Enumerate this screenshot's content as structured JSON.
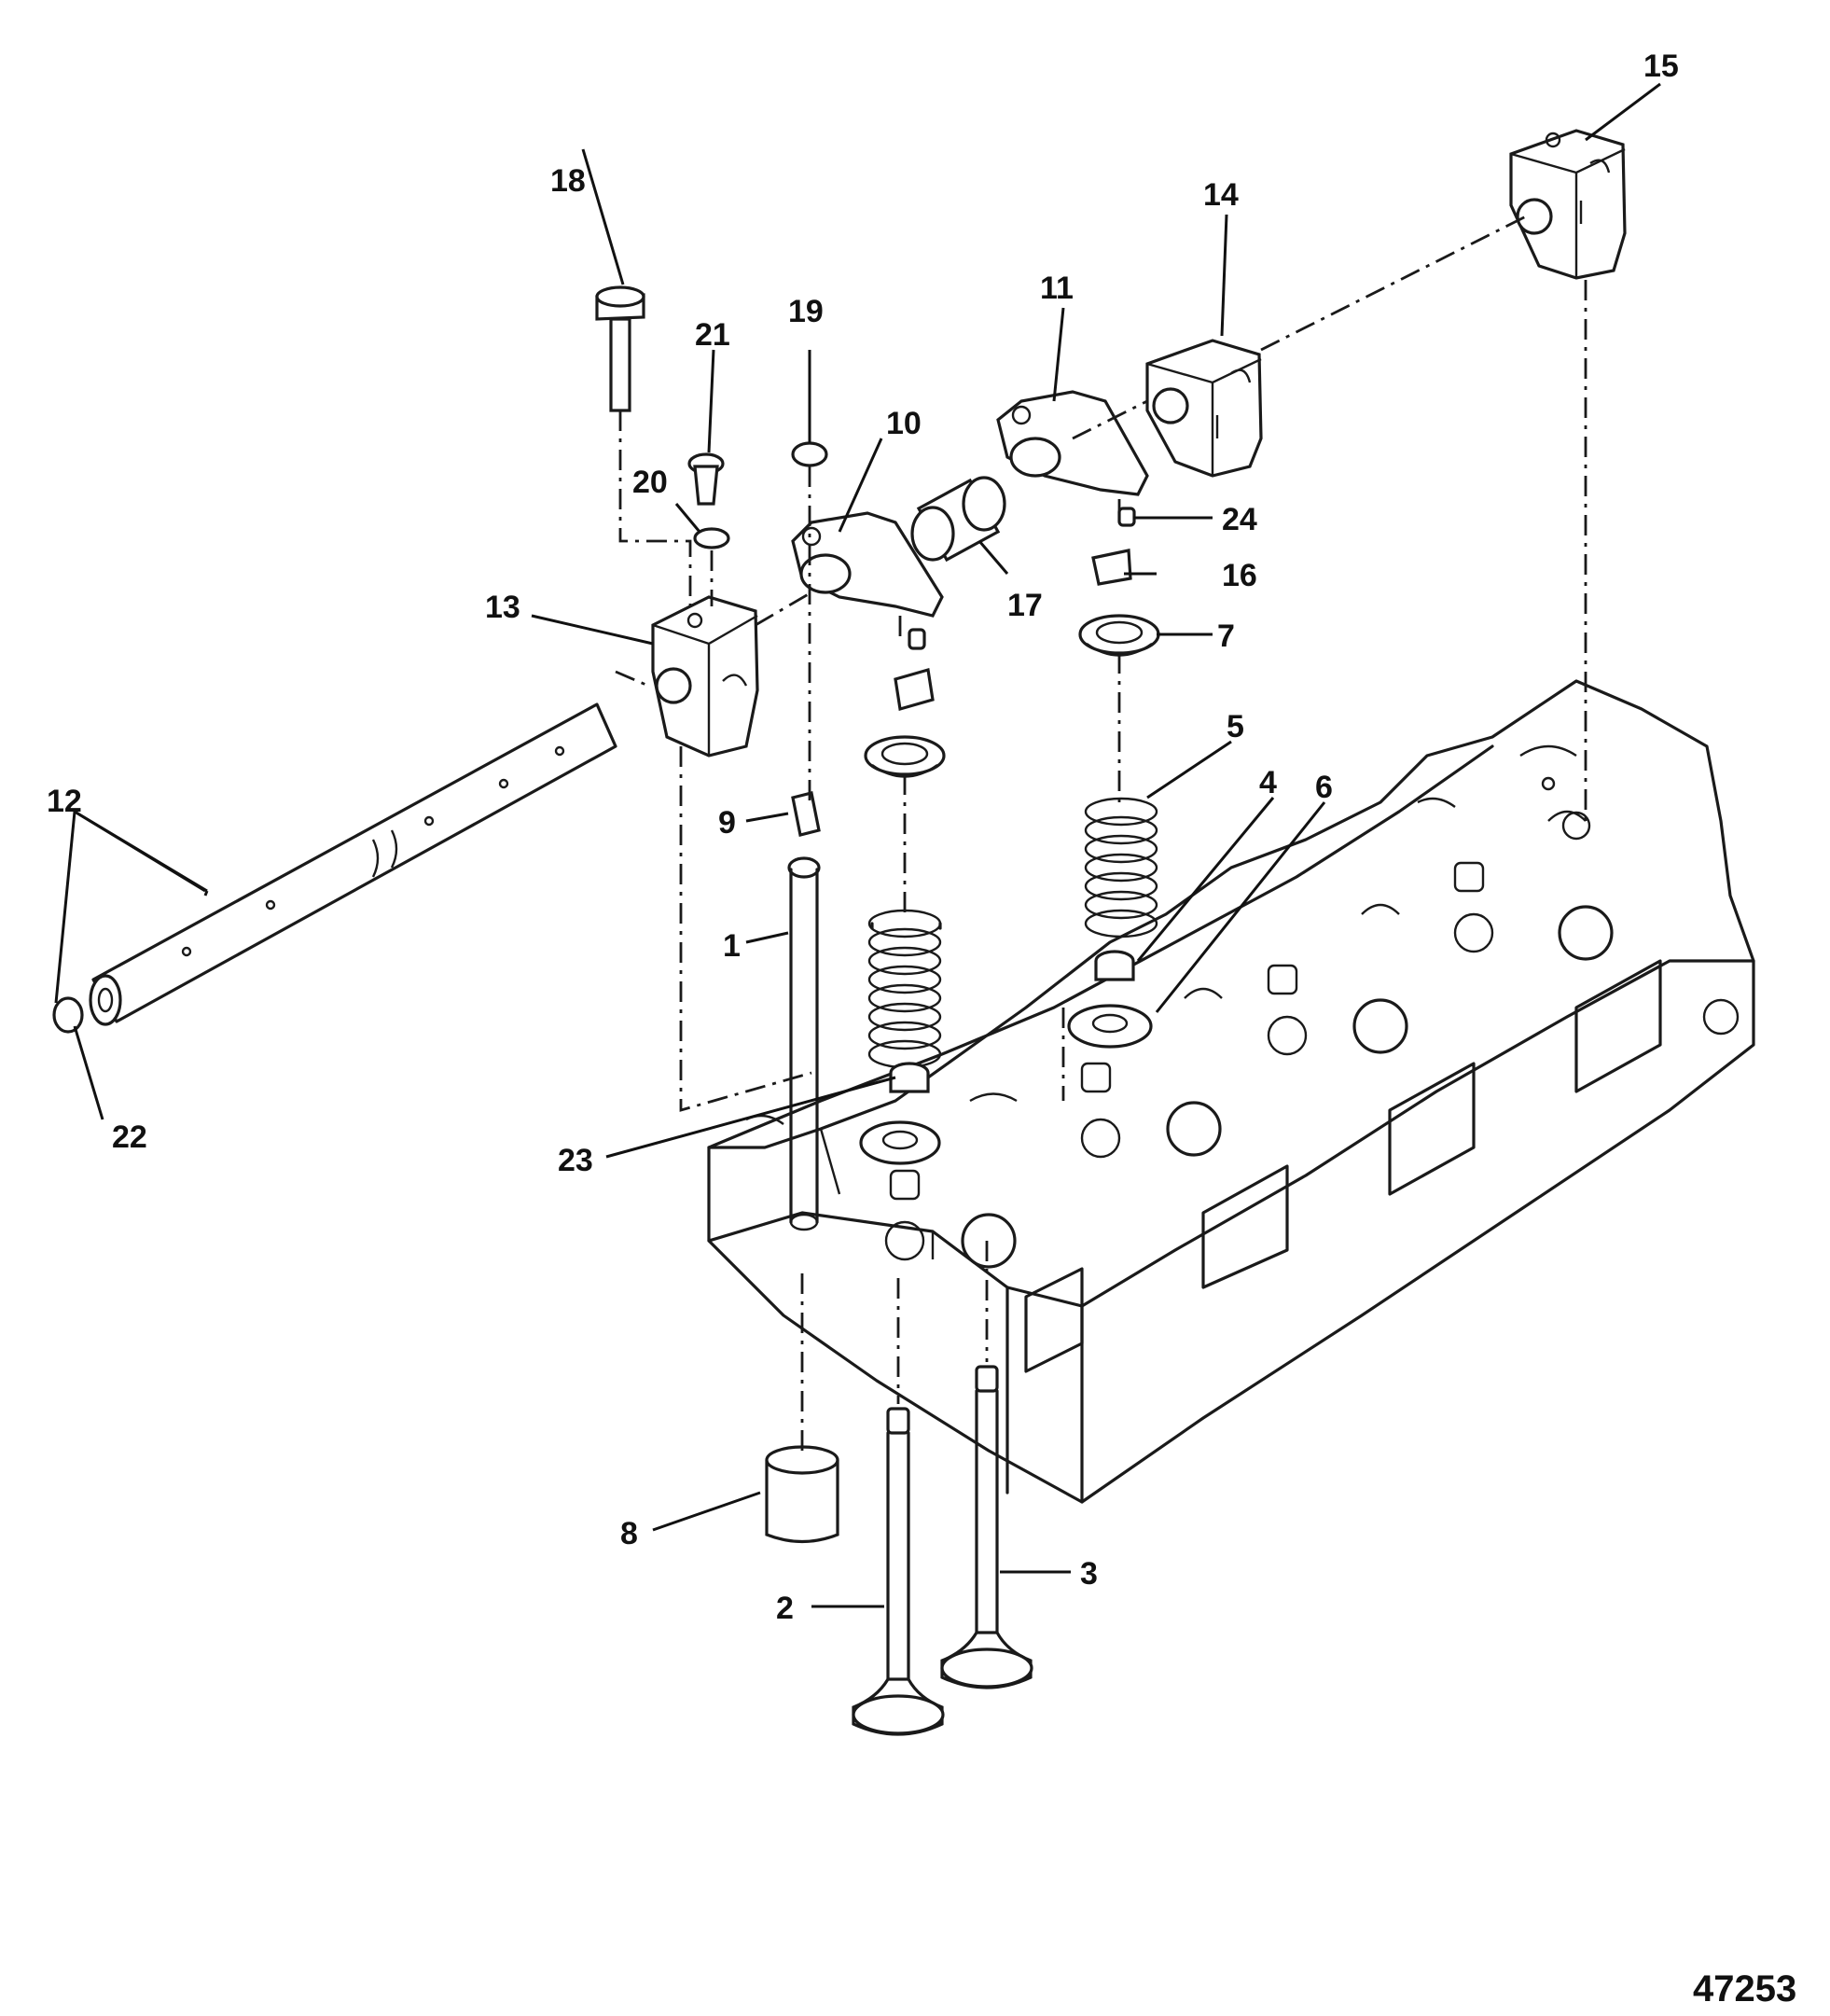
{
  "figure_number": "47253",
  "callouts": [
    "1",
    "2",
    "3",
    "4",
    "5",
    "6",
    "7",
    "8",
    "9",
    "10",
    "11",
    "12",
    "13",
    "14",
    "15",
    "16",
    "17",
    "18",
    "19",
    "20",
    "21",
    "22",
    "23",
    "24"
  ]
}
